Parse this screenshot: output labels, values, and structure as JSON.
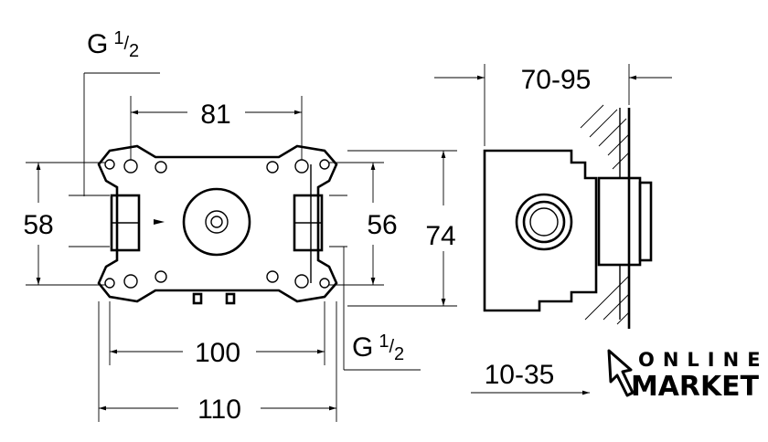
{
  "drawing": {
    "thread_top": {
      "letter": "G",
      "num": "1",
      "sep": "/",
      "den": "2"
    },
    "thread_bottom": {
      "letter": "G",
      "num": "1",
      "sep": "/",
      "den": "2"
    },
    "dim_81": "81",
    "dim_58": "58",
    "dim_56": "56",
    "dim_74": "74",
    "dim_100": "100",
    "dim_110": "110",
    "dim_70_95": "70-95",
    "dim_10_35": "10-35"
  },
  "logo": {
    "line1": "ONLINE",
    "line2": "MARKET"
  }
}
